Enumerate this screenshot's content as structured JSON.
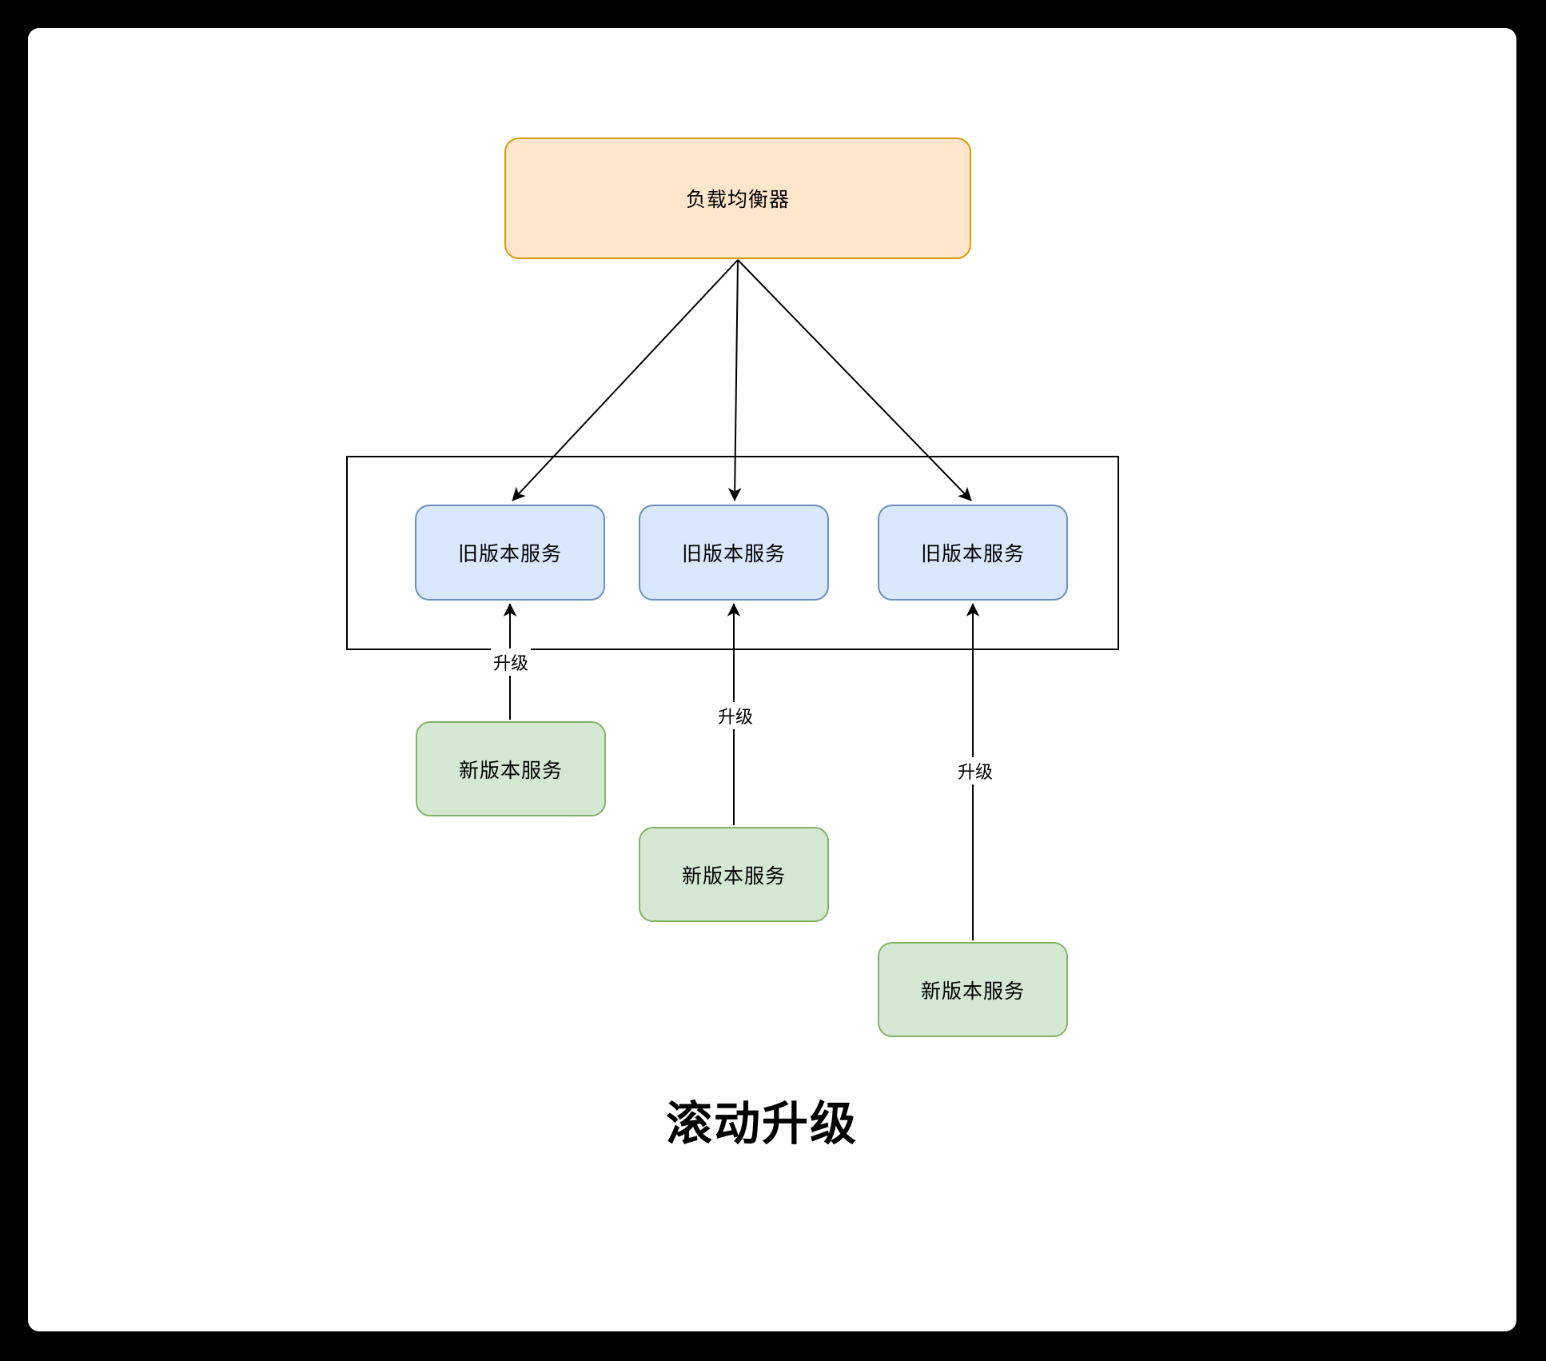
{
  "canvas": {
    "background": "#000000",
    "page_background": "#ffffff"
  },
  "diagram": {
    "title": "滚动升级",
    "load_balancer": {
      "label": "负载均衡器",
      "fill": "#ffe6cc",
      "stroke": "#d79b00"
    },
    "old_services": [
      {
        "label": "旧版本服务"
      },
      {
        "label": "旧版本服务"
      },
      {
        "label": "旧版本服务"
      }
    ],
    "new_services": [
      {
        "label": "新版本服务"
      },
      {
        "label": "新版本服务"
      },
      {
        "label": "新版本服务"
      }
    ],
    "upgrade_edges": [
      {
        "label": "升级"
      },
      {
        "label": "升级"
      },
      {
        "label": "升级"
      }
    ],
    "styles": {
      "old_service_fill": "#dae8fc",
      "old_service_stroke": "#6c8ebf",
      "new_service_fill": "#d5e8d4",
      "new_service_stroke": "#82b366",
      "edge_color": "#000000",
      "group_frame_stroke": "#000000"
    }
  }
}
